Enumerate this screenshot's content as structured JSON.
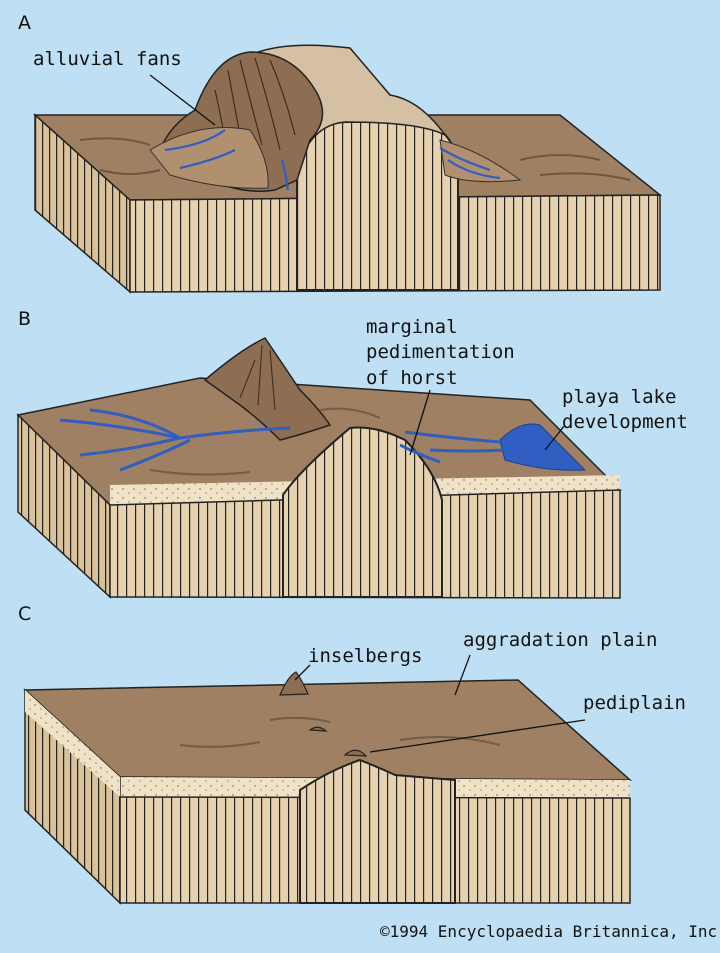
{
  "panels": [
    {
      "letter": "A"
    },
    {
      "letter": "B"
    },
    {
      "letter": "C"
    }
  ],
  "labels": {
    "alluvial_fans": "alluvial fans",
    "marginal_1": "marginal",
    "marginal_2": "pedimentation",
    "marginal_3": "of horst",
    "playa_1": "playa lake",
    "playa_2": "development",
    "inselbergs": "inselbergs",
    "aggradation_plain": "aggradation plain",
    "pediplain": "pediplain"
  },
  "copyright": "©1994 Encyclopaedia Britannica, Inc.",
  "colors": {
    "background": "#bfe0f4",
    "block_face": "#e6d2b0",
    "top_surface": "#9f8062",
    "sediment": "#efe2c6",
    "water": "#2f5fc2"
  }
}
